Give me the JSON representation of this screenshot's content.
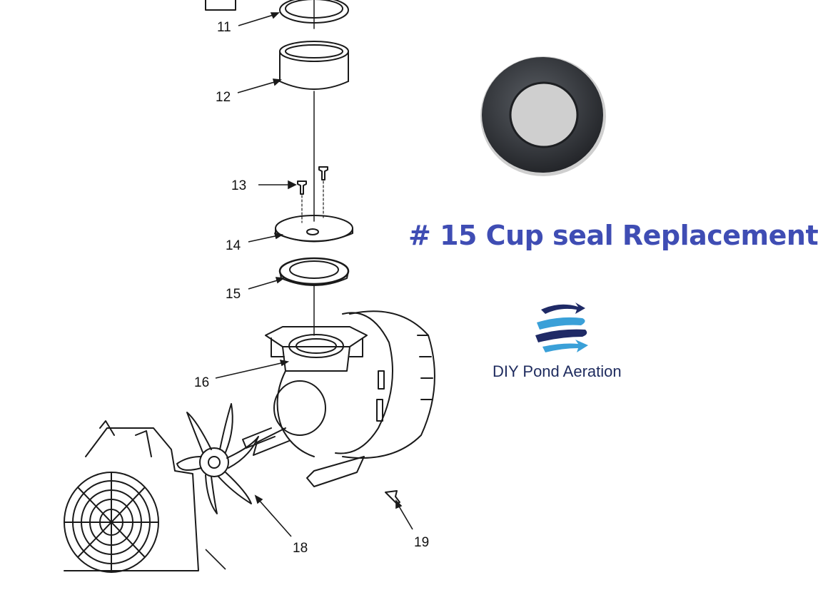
{
  "diagram": {
    "callouts": [
      "11",
      "12",
      "13",
      "14",
      "15",
      "16",
      "18",
      "19"
    ]
  },
  "caption": {
    "text": "# 15 Cup seal Replacement"
  },
  "brand": {
    "name": "DIY Pond Aeration"
  },
  "icons": {
    "product": "cup-seal-ring-icon",
    "logo": "diy-pond-aeration-logo-icon"
  },
  "colors": {
    "caption": "#3f4db4",
    "brand_text": "#1e2b5e",
    "logo_dark": "#1f2a66",
    "logo_light": "#3aa0d8",
    "seal": "#3a3d42",
    "line_art": "#1a1a1a"
  }
}
